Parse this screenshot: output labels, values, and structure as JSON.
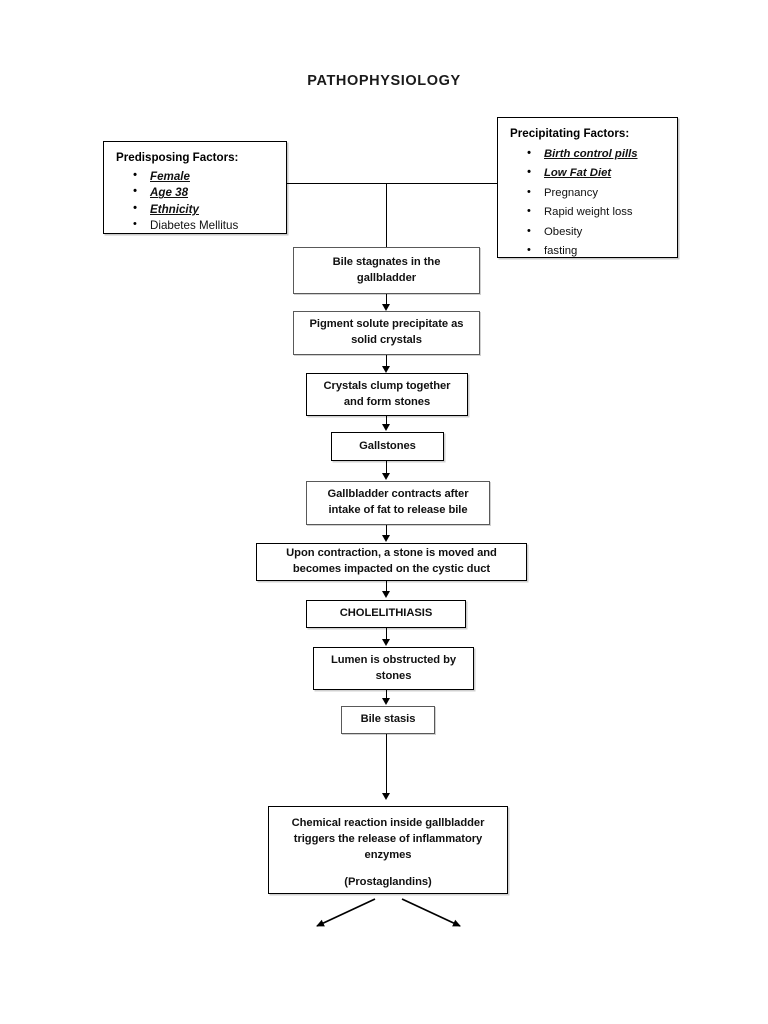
{
  "document": {
    "title": "PATHOPHYSIOLOGY"
  },
  "panels": {
    "predisposing": {
      "title": "Predisposing Factors:",
      "items": [
        {
          "text": "Female",
          "emphasis": true
        },
        {
          "text": "Age 38",
          "emphasis": true
        },
        {
          "text": "Ethnicity",
          "emphasis": true
        },
        {
          "text": "Diabetes Mellitus",
          "emphasis": false
        }
      ]
    },
    "precipitating": {
      "title": "Precipitating Factors:",
      "items": [
        {
          "text": "Birth control pills",
          "emphasis": true
        },
        {
          "text": "Low Fat Diet",
          "emphasis": true
        },
        {
          "text": "Pregnancy",
          "emphasis": false
        },
        {
          "text": "Rapid weight loss",
          "emphasis": false
        },
        {
          "text": "Obesity",
          "emphasis": false
        },
        {
          "text": "fasting",
          "emphasis": false
        }
      ]
    }
  },
  "flow": {
    "steps": [
      {
        "id": "bile-stagnates",
        "line1": "Bile stagnates in the",
        "line2": "gallbladder"
      },
      {
        "id": "pigment-solute",
        "line1": "Pigment solute precipitate as",
        "line2": "solid crystals"
      },
      {
        "id": "crystals-clump",
        "line1": "Crystals clump together",
        "line2": "and form stones"
      },
      {
        "id": "gallstones",
        "line1": "Gallstones",
        "line2": ""
      },
      {
        "id": "gallbladder-contracts",
        "line1": "Gallbladder contracts after",
        "line2": "intake of fat to release bile"
      },
      {
        "id": "stone-impacted",
        "line1": "Upon contraction, a stone is moved and",
        "line2": "becomes impacted on the cystic duct"
      },
      {
        "id": "cholelithiasis",
        "line1": "CHOLELITHIASIS",
        "line2": ""
      },
      {
        "id": "lumen-obstructed",
        "line1": "Lumen is obstructed by",
        "line2": "stones"
      },
      {
        "id": "bile-stasis",
        "line1": "Bile stasis",
        "line2": ""
      },
      {
        "id": "chemical-reaction",
        "line1": "Chemical reaction inside gallbladder",
        "line2": "triggers the release of inflammatory",
        "line3": "enzymes",
        "line4": "(Prostaglandins)"
      }
    ]
  },
  "colors": {
    "ink": "#000000",
    "box_border_black": "#000000",
    "box_border_gray": "#595959",
    "background": "#ffffff"
  }
}
